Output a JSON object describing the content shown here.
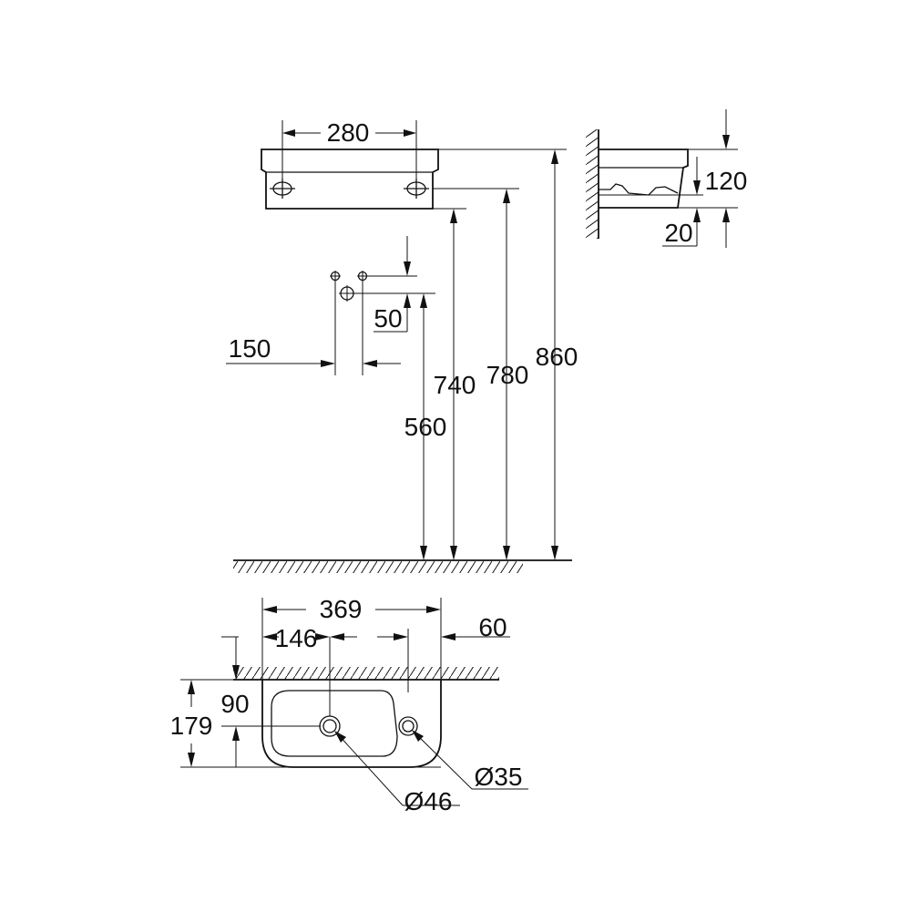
{
  "dimensions": {
    "top_width": "280",
    "side_height": "120",
    "side_offset": "20",
    "valve_vertical_gap": "50",
    "valve_horizontal_gap": "150",
    "h_560": "560",
    "h_740": "740",
    "h_780": "780",
    "h_860": "860",
    "plan_width": "369",
    "plan_offset": "146",
    "plan_edge": "60",
    "plan_depth_90": "90",
    "plan_depth_179": "179",
    "drain_diameter": "Ø46",
    "tap_hole_diameter": "Ø35"
  }
}
